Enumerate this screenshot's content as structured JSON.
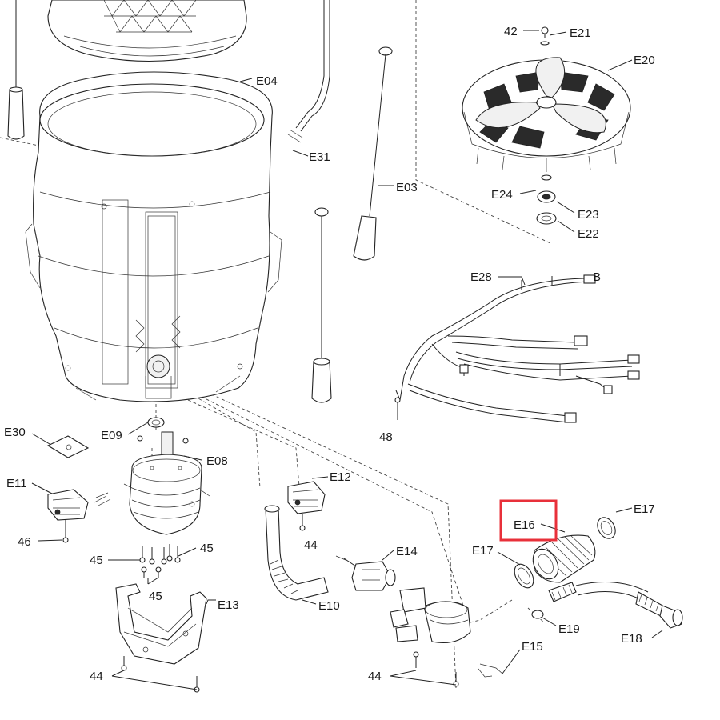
{
  "highlight_color": "#e8303a",
  "labels": {
    "E04": "E04",
    "E31": "E31",
    "E03": "E03",
    "n42": "42",
    "E21": "E21",
    "E20": "E20",
    "E24": "E24",
    "E23": "E23",
    "E22": "E22",
    "E28": "E28",
    "B": "B",
    "n48": "48",
    "E30": "E30",
    "E09": "E09",
    "E08": "E08",
    "E11": "E11",
    "n46": "46",
    "n45a": "45",
    "n45b": "45",
    "n45c": "45",
    "E12": "E12",
    "n44_e12": "44",
    "E14": "E14",
    "E10": "E10",
    "E13": "E13",
    "n44_left": "44",
    "n44_mid": "44",
    "E15": "E15",
    "E16": "E16",
    "E17_left": "E17",
    "E17_right": "E17",
    "E19": "E19",
    "E18": "E18"
  }
}
